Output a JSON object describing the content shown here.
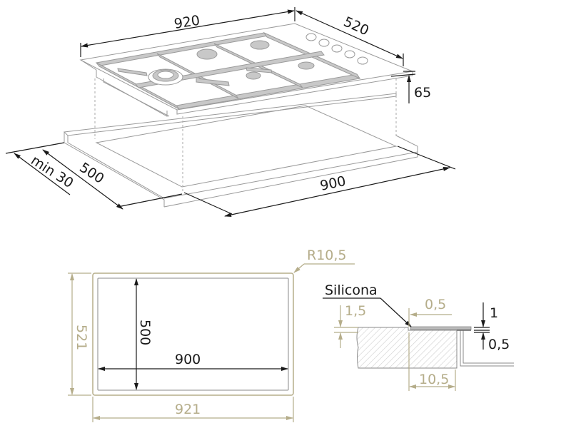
{
  "isometric_view": {
    "dimensions": {
      "width_top": "920",
      "depth_top": "520",
      "height": "65",
      "cutout_width": "900",
      "cutout_depth": "500",
      "min_front": "min 30"
    },
    "knob_count": 5,
    "burner_count": 5
  },
  "cutout_plan": {
    "outer_width": "921",
    "outer_height": "521",
    "inner_width": "900",
    "inner_height": "500",
    "corner_radius": "R10,5"
  },
  "section_detail": {
    "label": "Silicona",
    "dim_left": "1,5",
    "dim_top": "0,5",
    "dim_right_top": "1",
    "dim_right_bottom": "0,5",
    "dim_bottom": "10,5"
  },
  "colors": {
    "line": "#1a1a1a",
    "drawing": "#9a9a9a",
    "accent_tan": "#b5ad8a"
  }
}
